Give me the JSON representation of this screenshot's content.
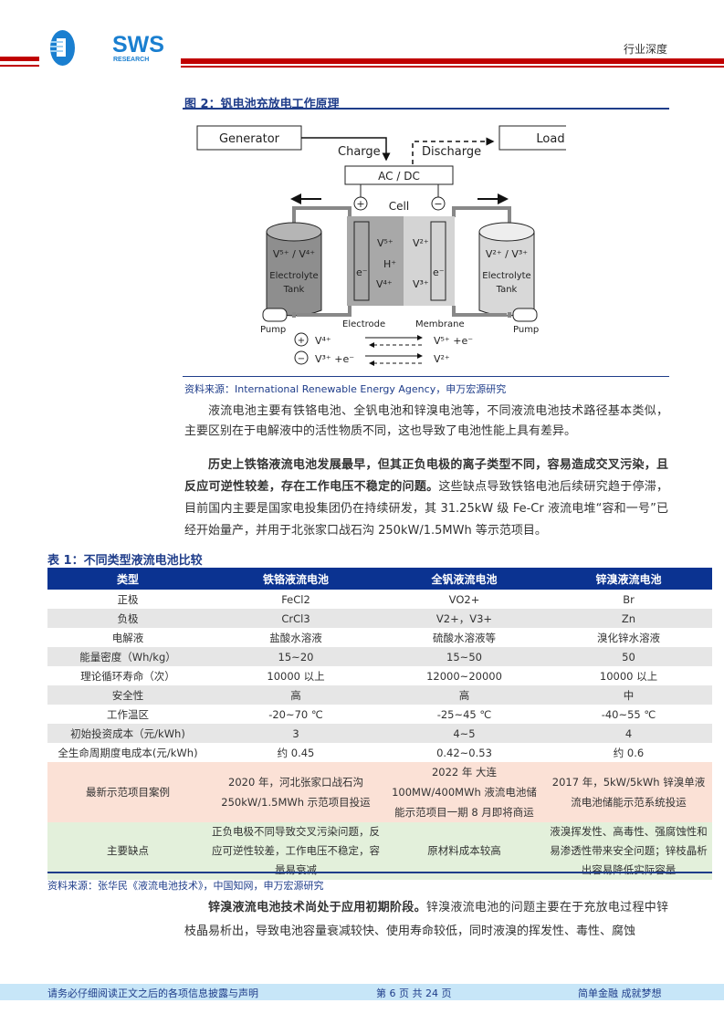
{
  "header": {
    "logo_text": "SWS",
    "logo_sub": "RESEARCH",
    "category": "行业深度"
  },
  "figure": {
    "title": "图 2：钒电池充放电工作原理",
    "labels": {
      "generator": "Generator",
      "load": "Load",
      "charge": "Charge",
      "discharge": "Discharge",
      "acdc": "AC / DC",
      "cell": "Cell",
      "left_tank": "V⁵⁺ / V⁴⁺",
      "right_tank": "V²⁺ / V³⁺",
      "electrolyte": "Electrolyte",
      "tank": "Tank",
      "v5": "V⁵⁺",
      "v4": "V⁴⁺",
      "v2": "V²⁺",
      "v3": "V³⁺",
      "h": "H⁺",
      "e": "e⁻",
      "electrode": "Electrode",
      "membrane": "Membrane",
      "pump": "Pump",
      "eq1_left": "V⁴⁺",
      "eq1_right": "V⁵⁺ +e⁻",
      "eq2_left": "V³⁺ +e⁻",
      "eq2_right": "V²⁺",
      "plus": "+",
      "minus": "−"
    },
    "source": "资料来源：International Renewable Energy Agency，申万宏源研究"
  },
  "body": {
    "p1": "液流电池主要有铁铬电池、全钒电池和锌溴电池等，不同液流电池技术路径基本类似，主要区别在于电解液中的活性物质不同，这也导致了电池性能上具有差异。",
    "p2_bold": "历史上铁铬液流电池发展最早，但其正负电极的离子类型不同，容易造成交叉污染，且反应可逆性较差，存在工作电压不稳定的问题。",
    "p2": "这些缺点导致铁铬电池后续研究趋于停滞，目前国内主要是国家电投集团仍在持续研发，其 31.25kW 级 Fe-Cr 液流电堆“容和一号”已经开始量产，并用于北张家口战石沟 250kW/1.5MWh 等示范项目。",
    "p3_bold": "锌溴液流电池技术尚处于应用初期阶段。",
    "p3": "锌溴液流电池的问题主要在于充放电过程中锌枝晶易析出，导致电池容量衰减较快、使用寿命较低，同时液溴的挥发性、毒性、腐蚀"
  },
  "table": {
    "title": "表 1：不同类型液流电池比较",
    "headers": [
      "类型",
      "铁铬液流电池",
      "全钒液流电池",
      "锌溴液流电池"
    ],
    "rows": [
      [
        "正极",
        "FeCl2",
        "VO2+",
        "Br"
      ],
      [
        "负极",
        "CrCl3",
        "V2+，V3+",
        "Zn"
      ],
      [
        "电解液",
        "盐酸水溶液",
        "硫酸水溶液等",
        "溴化锌水溶液"
      ],
      [
        "能量密度（Wh/kg）",
        "15~20",
        "15~50",
        "50"
      ],
      [
        "理论循环寿命（次）",
        "10000 以上",
        "12000~20000",
        "10000 以上"
      ],
      [
        "安全性",
        "高",
        "高",
        "中"
      ],
      [
        "工作温区",
        "-20~70 ℃",
        "-25~45 ℃",
        "-40~55 ℃"
      ],
      [
        "初始投资成本（元/kWh)",
        "3",
        "4~5",
        "4"
      ],
      [
        "全生命周期度电成本(元/kWh)",
        "约 0.45",
        "0.42~0.53",
        "约 0.6"
      ],
      [
        "最新示范项目案例",
        "2020 年，河北张家口战石沟 250kW/1.5MWh 示范项目投运",
        "2022 年 大连 100MW/400MWh 液流电池储能示范项目一期 8 月即将商运",
        "2017 年，5kW/5kWh 锌溴单液流电池储能示范系统投运"
      ],
      [
        "主要缺点",
        "正负电极不同导致交叉污染问题，反应可逆性较差，工作电压不稳定，容量易衰减",
        "原材料成本较高",
        "液溴挥发性、高毒性、强腐蚀性和易渗透性带来安全问题；锌枝晶析出容易降低实际容量"
      ]
    ],
    "source": "资料来源：张华民《液流电池技术》，中国知网，申万宏源研究"
  },
  "footer": {
    "disclaimer": "请务必仔细阅读正文之后的各项信息披露与声明",
    "page": "第 6 页 共 24 页",
    "slogan": "简单金融 成就梦想"
  },
  "colors": {
    "brand_red": "#c00000",
    "brand_blue": "#1f3d8a",
    "table_header": "#0b3391",
    "pink_row": "#fbe1d6",
    "green_row": "#e3f0db",
    "footer_bg": "#c7e6f8"
  }
}
